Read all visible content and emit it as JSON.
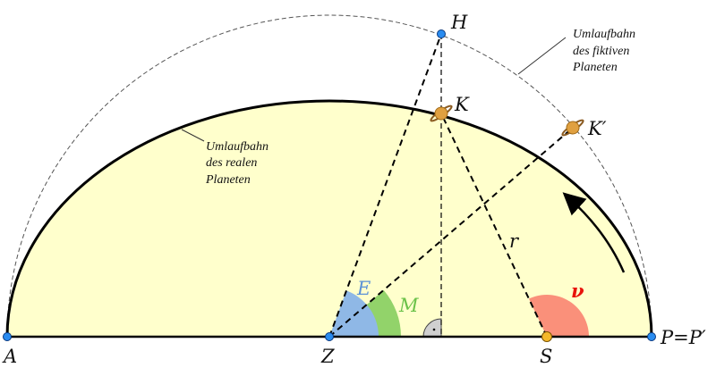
{
  "labels": {
    "A": "A",
    "Z": "Z",
    "S": "S",
    "P": "P=P′",
    "H": "H",
    "K": "K",
    "K_prime": "K′",
    "r": "r",
    "E": "E",
    "M": "M",
    "nu": "ν"
  },
  "notes": {
    "real_orbit": [
      "Umlaufbahn",
      "des realen",
      "Planeten"
    ],
    "fictive_orbit": [
      "Umlaufbahn",
      "des fiktiven",
      "Planeten"
    ]
  },
  "colors": {
    "ellipse_fill": "#ffffcc",
    "E": "#8fb8e6",
    "M": "#92d36a",
    "nu": "#fa907a",
    "nu_label": "#e8140c",
    "E_label": "#5b92d6",
    "M_label": "#6cc24a",
    "point_blue": "#2a8cf0",
    "point_sun": "#f5b82a"
  }
}
